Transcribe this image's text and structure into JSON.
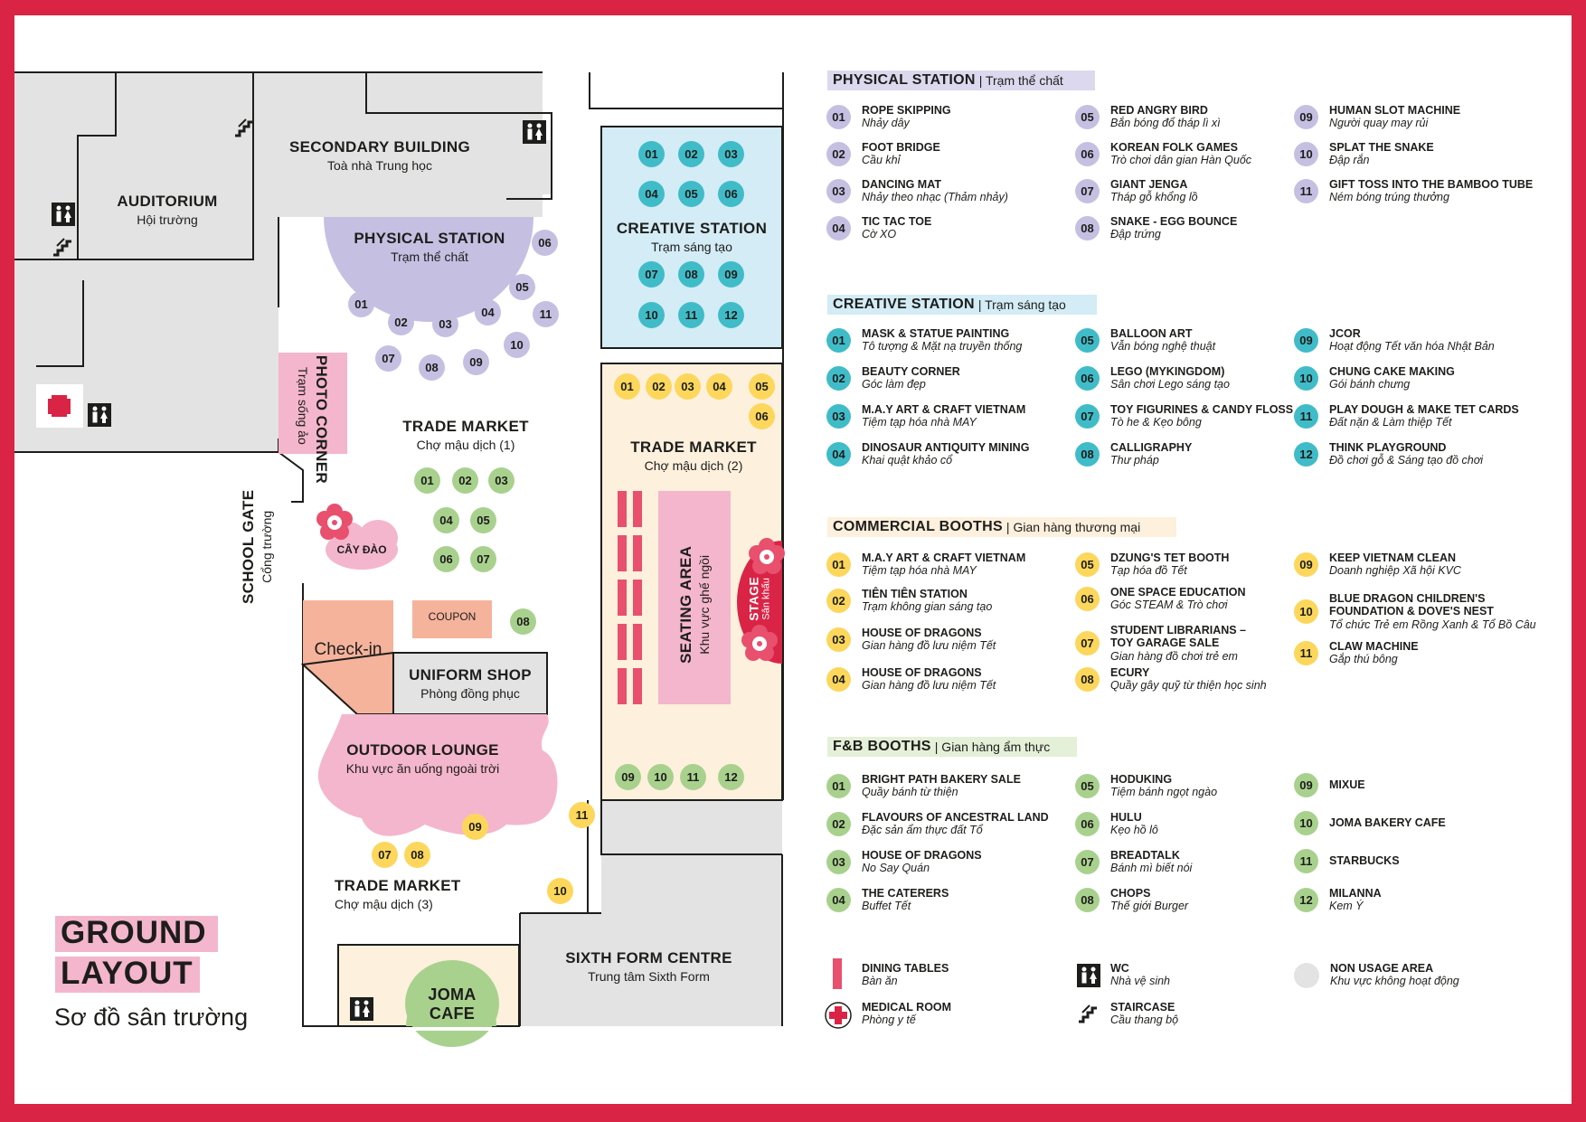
{
  "colors": {
    "border": "#d92446",
    "non_usage": "#e3e3e3",
    "physical": "#c5c0e2",
    "creative": "#40bcc8",
    "creative_bg": "#d3ecf5",
    "commercial": "#fcd75c",
    "market_bg": "#fdf0dd",
    "fnb": "#a9d18e",
    "pink": "#f4b6cc",
    "dining": "#e8506e",
    "checkin": "#f5b39c"
  },
  "title": {
    "line1": "GROUND",
    "line2": "LAYOUT",
    "subtitle": "Sơ đồ sân trường"
  },
  "map": {
    "auditorium": {
      "name": "AUDITORIUM",
      "vi": "Hội trường"
    },
    "secondary": {
      "name": "SECONDARY BUILDING",
      "vi": "Toà nhà Trung học"
    },
    "physical": {
      "name": "PHYSICAL STATION",
      "vi": "Trạm thể chất"
    },
    "creative": {
      "name": "CREATIVE STATION",
      "vi": "Trạm sáng tạo"
    },
    "photo": {
      "name": "PHOTO CORNER",
      "vi": "Trạm sống ảo"
    },
    "trade1": {
      "name": "TRADE MARKET",
      "vi": "Chợ mậu dịch (1)"
    },
    "trade2": {
      "name": "TRADE MARKET",
      "vi": "Chợ mậu dịch (2)"
    },
    "trade3": {
      "name": "TRADE MARKET",
      "vi": "Chợ mậu dịch (3)"
    },
    "gate": {
      "name": "SCHOOL GATE",
      "vi": "Cổng trường"
    },
    "caydao": "CÂY ĐÀO",
    "coupon": "COUPON",
    "checkin": "Check-in",
    "uniform": {
      "name": "UNIFORM SHOP",
      "vi": "Phòng đồng phục"
    },
    "lounge": {
      "name": "OUTDOOR LOUNGE",
      "vi": "Khu vực ăn uống ngoài trời"
    },
    "seating": {
      "name": "SEATING AREA",
      "vi": "Khu vực ghế ngồi"
    },
    "stage": {
      "name": "STAGE",
      "vi": "Sân khấu"
    },
    "sixth": {
      "name": "SIXTH FORM CENTRE",
      "vi": "Trung tâm Sixth Form"
    },
    "joma": {
      "line1": "JOMA",
      "line2": "CAFE"
    }
  },
  "markers": {
    "physical": [
      "01",
      "02",
      "03",
      "04",
      "05",
      "06",
      "07",
      "08",
      "09",
      "10",
      "11"
    ],
    "creative": [
      "01",
      "02",
      "03",
      "04",
      "05",
      "06",
      "07",
      "08",
      "09",
      "10",
      "11",
      "12"
    ],
    "commercial": [
      "01",
      "02",
      "03",
      "04",
      "05",
      "06",
      "07",
      "08",
      "09",
      "10",
      "11"
    ],
    "fnb": [
      "01",
      "02",
      "03",
      "04",
      "05",
      "06",
      "07",
      "08",
      "09",
      "10",
      "11",
      "12"
    ]
  },
  "legend": {
    "physical": {
      "title": "PHYSICAL STATION",
      "subtitle": "| Trạm thể chất",
      "items": [
        {
          "num": "01",
          "name": "ROPE SKIPPING",
          "vi": "Nhảy dây"
        },
        {
          "num": "02",
          "name": "FOOT BRIDGE",
          "vi": "Cầu khỉ"
        },
        {
          "num": "03",
          "name": "DANCING MAT",
          "vi": "Nhảy theo nhạc (Thảm nhảy)"
        },
        {
          "num": "04",
          "name": "TIC TAC TOE",
          "vi": "Cờ XO"
        },
        {
          "num": "05",
          "name": "RED ANGRY BIRD",
          "vi": "Bắn bóng đổ tháp lì xì"
        },
        {
          "num": "06",
          "name": "KOREAN FOLK GAMES",
          "vi": "Trò chơi dân gian Hàn Quốc"
        },
        {
          "num": "07",
          "name": "GIANT JENGA",
          "vi": "Tháp gỗ khổng lồ"
        },
        {
          "num": "08",
          "name": "SNAKE - EGG BOUNCE",
          "vi": "Đập trứng"
        },
        {
          "num": "09",
          "name": "HUMAN SLOT MACHINE",
          "vi": "Người quay may rủi"
        },
        {
          "num": "10",
          "name": "SPLAT THE SNAKE",
          "vi": "Đập rắn"
        },
        {
          "num": "11",
          "name": "GIFT TOSS INTO THE BAMBOO TUBE",
          "vi": "Ném bóng trúng thưởng"
        }
      ]
    },
    "creative": {
      "title": "CREATIVE STATION",
      "subtitle": "| Trạm sáng tạo",
      "items": [
        {
          "num": "01",
          "name": "MASK & STATUE PAINTING",
          "vi": "Tô tượng & Mặt nạ truyền thống"
        },
        {
          "num": "02",
          "name": "BEAUTY CORNER",
          "vi": "Góc làm đẹp"
        },
        {
          "num": "03",
          "name": "M.A.Y ART & CRAFT VIETNAM",
          "vi": "Tiệm tạp hóa nhà MAY"
        },
        {
          "num": "04",
          "name": "DINOSAUR ANTIQUITY MINING",
          "vi": "Khai quật khảo cổ"
        },
        {
          "num": "05",
          "name": "BALLOON ART",
          "vi": "Vẫn bóng nghệ thuật"
        },
        {
          "num": "06",
          "name": "LEGO (MYKINGDOM)",
          "vi": "Sân chơi Lego sáng tạo"
        },
        {
          "num": "07",
          "name": "TOY FIGURINES & CANDY FLOSS",
          "vi": "Tò he & Kẹo bông"
        },
        {
          "num": "08",
          "name": "CALLIGRAPHY",
          "vi": "Thư pháp"
        },
        {
          "num": "09",
          "name": "JCOR",
          "vi": "Hoạt động Tết văn hóa Nhật Bản"
        },
        {
          "num": "10",
          "name": "CHUNG CAKE MAKING",
          "vi": "Gói bánh chưng"
        },
        {
          "num": "11",
          "name": "PLAY DOUGH & MAKE TET CARDS",
          "vi": "Đất nặn & Làm thiệp Tết"
        },
        {
          "num": "12",
          "name": "THINK PLAYGROUND",
          "vi": "Đồ chơi gỗ & Sáng tạo đồ chơi"
        }
      ]
    },
    "commercial": {
      "title": "COMMERCIAL BOOTHS",
      "subtitle": "| Gian hàng thương mại",
      "items": [
        {
          "num": "01",
          "name": "M.A.Y ART & CRAFT VIETNAM",
          "vi": "Tiệm tạp hóa nhà MAY"
        },
        {
          "num": "02",
          "name": "TIÊN TIÊN STATION",
          "vi": "Trạm không gian sáng tạo"
        },
        {
          "num": "03",
          "name": "HOUSE OF DRAGONS",
          "vi": "Gian hàng đồ lưu niệm Tết"
        },
        {
          "num": "04",
          "name": "HOUSE OF DRAGONS",
          "vi": "Gian hàng đồ lưu niệm Tết"
        },
        {
          "num": "05",
          "name": "DZUNG'S TET BOOTH",
          "vi": "Tạp hóa đồ Tết"
        },
        {
          "num": "06",
          "name": "ONE SPACE EDUCATION",
          "vi": "Góc STEAM & Trò chơi"
        },
        {
          "num": "07",
          "name": "STUDENT LIBRARIANS –\nTOY GARAGE SALE",
          "vi": "Gian hàng đồ chơi trẻ em"
        },
        {
          "num": "08",
          "name": "ECURY",
          "vi": "Quầy gây quỹ từ thiện học sinh"
        },
        {
          "num": "09",
          "name": "KEEP VIETNAM CLEAN",
          "vi": "Doanh nghiệp Xã hội KVC"
        },
        {
          "num": "10",
          "name": "BLUE DRAGON CHILDREN'S\nFOUNDATION & DOVE'S NEST",
          "vi": "Tổ chức Trẻ em Rồng Xanh & Tổ Bồ Câu"
        },
        {
          "num": "11",
          "name": "CLAW MACHINE",
          "vi": "Gắp thú bông"
        }
      ]
    },
    "fnb": {
      "title": "F&B BOOTHS",
      "subtitle": "| Gian hàng ẩm thực",
      "items": [
        {
          "num": "01",
          "name": "BRIGHT PATH BAKERY SALE",
          "vi": "Quầy bánh từ thiện"
        },
        {
          "num": "02",
          "name": "FLAVOURS OF ANCESTRAL LAND",
          "vi": "Đặc sản ẩm thực đất Tổ"
        },
        {
          "num": "03",
          "name": "HOUSE OF DRAGONS",
          "vi": "No Say Quán"
        },
        {
          "num": "04",
          "name": "THE CATERERS",
          "vi": "Buffet Tết"
        },
        {
          "num": "05",
          "name": "HODUKING",
          "vi": "Tiệm bánh ngọt ngào"
        },
        {
          "num": "06",
          "name": "HULU",
          "vi": "Kẹo hồ lô"
        },
        {
          "num": "07",
          "name": "BREADTALK",
          "vi": "Bánh mì biết nói"
        },
        {
          "num": "08",
          "name": "CHOPS",
          "vi": "Thế giới Burger"
        },
        {
          "num": "09",
          "name": "MIXUE",
          "vi": ""
        },
        {
          "num": "10",
          "name": "JOMA BAKERY CAFE",
          "vi": ""
        },
        {
          "num": "11",
          "name": "STARBUCKS",
          "vi": ""
        },
        {
          "num": "12",
          "name": "MILANNA",
          "vi": "Kem Ý"
        }
      ]
    },
    "keys": [
      {
        "icon": "dining-table-icon",
        "name": "DINING TABLES",
        "vi": "Bàn ăn"
      },
      {
        "icon": "medical-cross-icon",
        "name": "MEDICAL ROOM",
        "vi": "Phòng y tế"
      },
      {
        "icon": "wc-icon",
        "name": "WC",
        "vi": "Nhà vệ sinh"
      },
      {
        "icon": "staircase-icon",
        "name": "STAIRCASE",
        "vi": "Cầu thang bộ"
      },
      {
        "icon": "non-usage-area-icon",
        "name": "NON USAGE AREA",
        "vi": "Khu vực không hoạt động"
      }
    ]
  }
}
